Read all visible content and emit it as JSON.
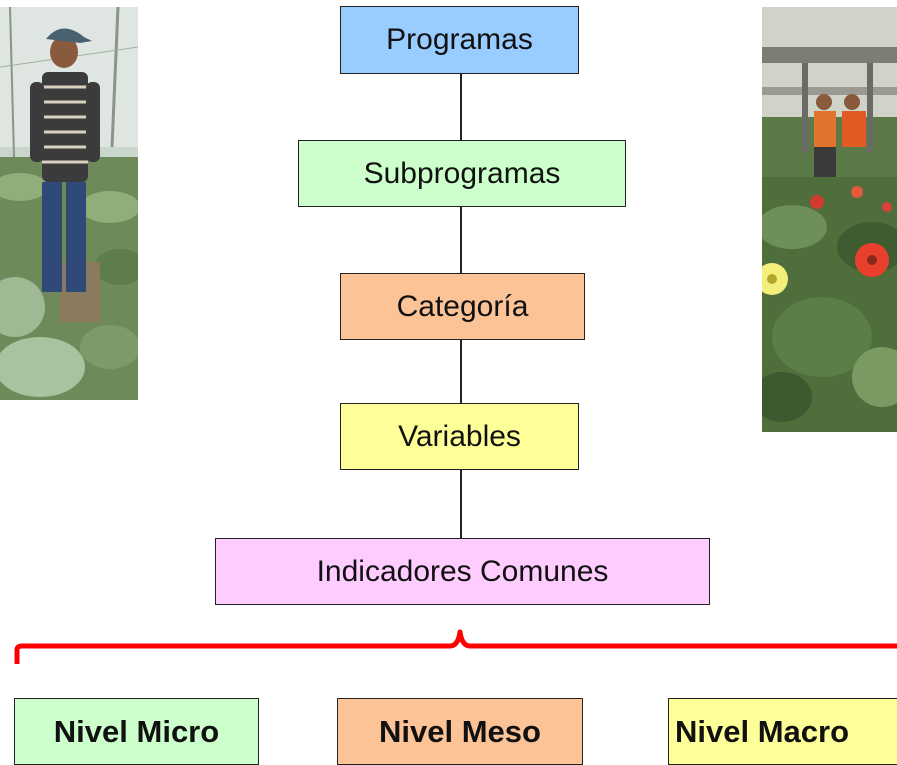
{
  "colors": {
    "programas": "#99ccff",
    "subprogramas": "#ccffcc",
    "categoria": "#fcc396",
    "variables": "#ffff99",
    "indicadores": "#ffccff",
    "bracket": "#ff0000",
    "nivel_micro": "#ccffcc",
    "nivel_meso": "#fcc396",
    "nivel_macro": "#ffff99"
  },
  "hierarchy": [
    {
      "label": "Programas"
    },
    {
      "label": "Subprogramas"
    },
    {
      "label": "Categoría"
    },
    {
      "label": "Variables"
    },
    {
      "label": "Indicadores Comunes"
    }
  ],
  "levels": [
    {
      "label": "Nivel Micro"
    },
    {
      "label": "Nivel Meso"
    },
    {
      "label": "Nivel Macro"
    }
  ],
  "photos": [
    {
      "name": "photo-farmer-greenhouse"
    },
    {
      "name": "photo-flower-greenhouse"
    }
  ]
}
